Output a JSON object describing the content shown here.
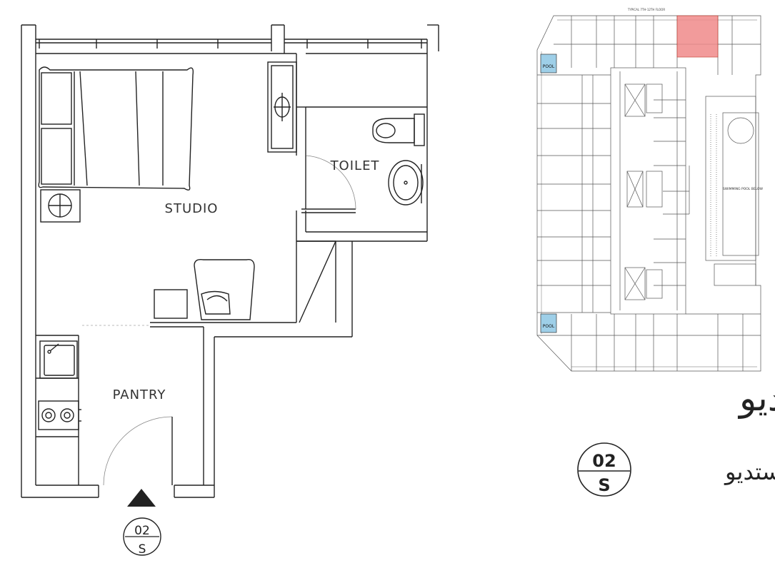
{
  "plan": {
    "rooms": {
      "studio": "STUDIO",
      "toilet": "TOILET",
      "pantry": "PANTRY"
    },
    "unit_badge": {
      "top": "02",
      "bottom": "S"
    }
  },
  "key_plan": {
    "floor_title": "TYPICAL 7TH-12TH FLOOR",
    "pool_labels": [
      "POOL",
      "POOL"
    ],
    "pool_deck_label": "SWIMMING POOL BELOW",
    "highlight_color": "#f08a8a",
    "title_arabic": "استديو",
    "unit_badge": {
      "top": "02",
      "bottom": "S"
    },
    "unit_name_arabic": "استديو"
  }
}
